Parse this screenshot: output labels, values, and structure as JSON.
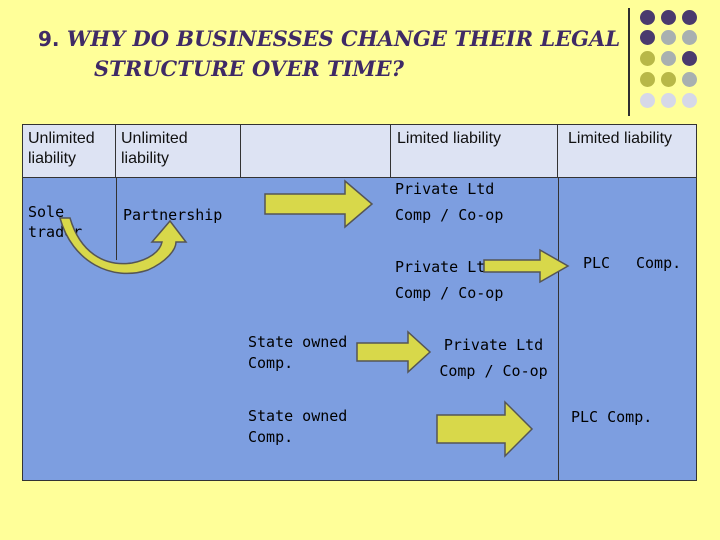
{
  "title": {
    "number": "9.",
    "line1": "WHY DO BUSINESSES CHANGE THEIR LEGAL",
    "line2": "STRUCTURE OVER TIME?"
  },
  "colors": {
    "background": "#ffff99",
    "table": "#7d9ee0",
    "header": "#dde3f3",
    "arrow": "#d8d84a",
    "title": "#3f2a66"
  },
  "header": {
    "col1": "Unlimited liability",
    "col2": "Unlimited liability",
    "col3": "",
    "col4": "Limited liability",
    "col5": "Limited liability"
  },
  "cells": {
    "sole_trader": "Sole trader",
    "partnership": "Partnership",
    "private1": "Private Ltd Comp / Co-op",
    "private2": "Private Ltd Comp / Co-op",
    "plc1_a": "PLC",
    "plc1_b": "Comp.",
    "state1": "State owned Comp.",
    "private3": "Private Ltd Comp / Co-op",
    "state2": "State owned Comp.",
    "plc2": "PLC Comp."
  }
}
